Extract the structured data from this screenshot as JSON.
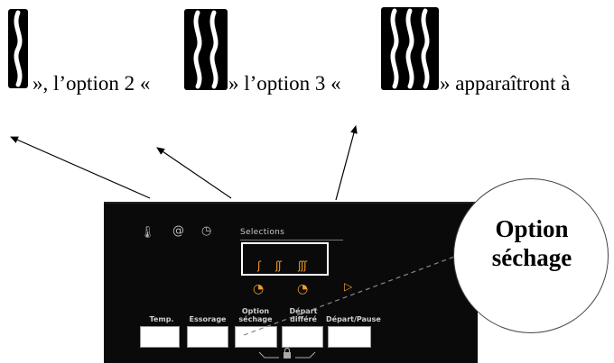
{
  "sentence": {
    "text_1": "», l’option 2 «",
    "text_2": "» l’option 3 «",
    "text_3": "» apparaîtront à",
    "icons": [
      "drying-wave-1-icon",
      "drying-wave-2-icon",
      "drying-wave-3-icon"
    ]
  },
  "panel": {
    "selections_label": "Selections",
    "buttons": [
      {
        "label": "Temp."
      },
      {
        "label": "Essorage"
      },
      {
        "label": "Option\nséchage"
      },
      {
        "label": "Départ\ndifféré"
      },
      {
        "label": "Départ/Pause"
      }
    ],
    "colors": {
      "accent": "#f39a2c",
      "background": "#0a0a0a"
    }
  },
  "callout": {
    "line_1": "Option",
    "line_2": "séchage"
  }
}
